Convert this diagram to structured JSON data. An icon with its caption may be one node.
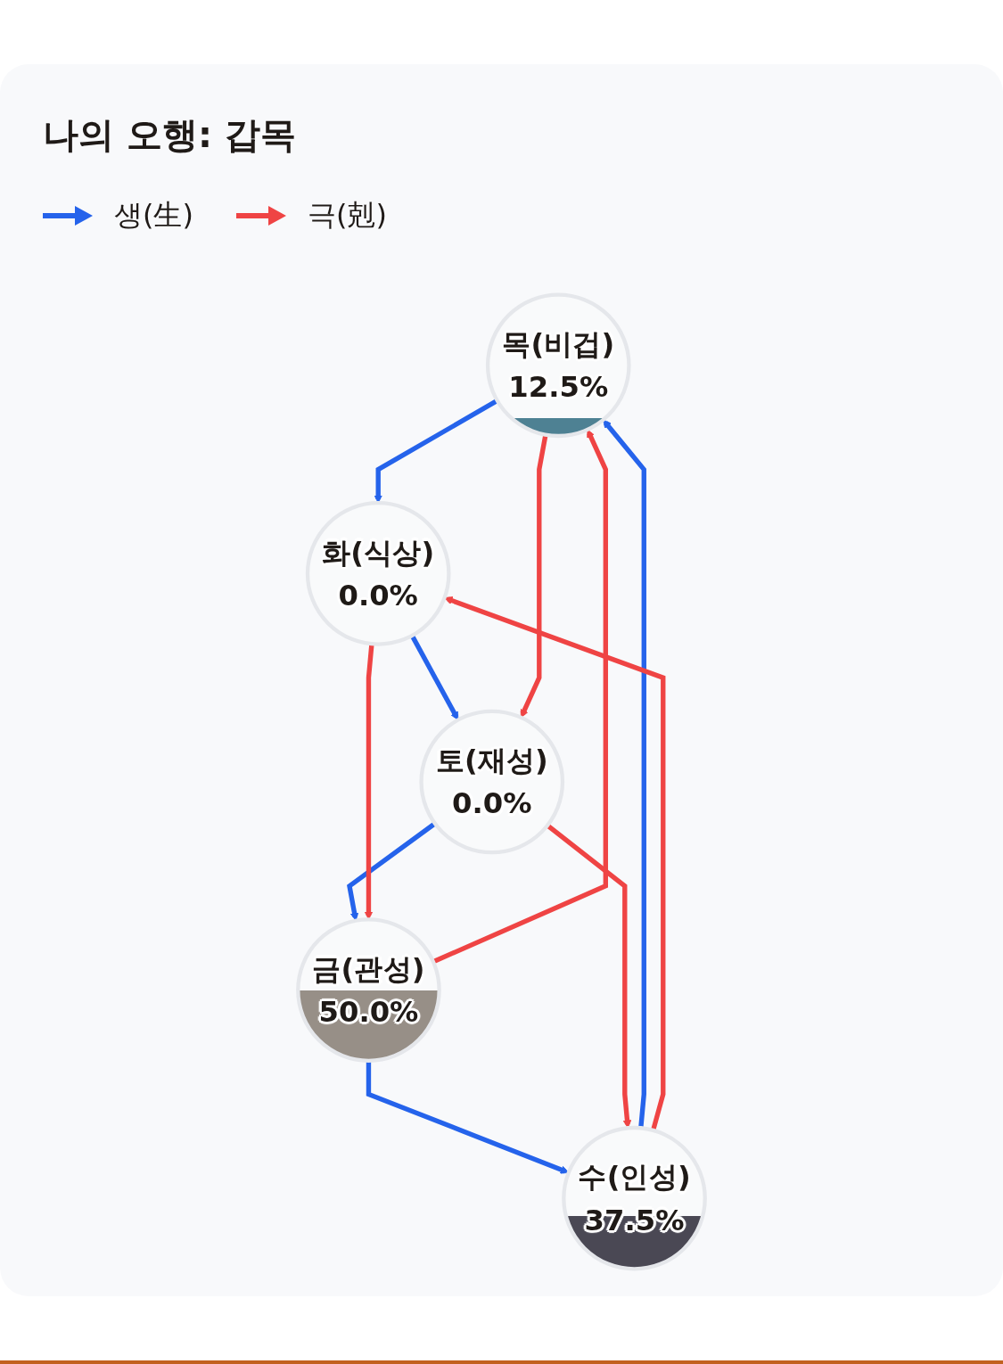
{
  "diagram": {
    "title": "나의 오행: 갑목",
    "nodes": [
      {
        "text": [
          "목(비겁)",
          "12.5%"
        ]
      },
      {
        "text": [
          "수(인성)",
          "37.5%"
        ]
      },
      {
        "text": [
          "화(식상)",
          "0.0%"
        ]
      },
      {
        "text": [
          "금(관성)",
          "50.0%"
        ]
      },
      {
        "text": [
          "토(재성)",
          "0.0%"
        ]
      }
    ],
    "edges": [
      {
        "from": 0,
        "to": 2,
        "arrow": "to",
        "color": "#2563eb"
      },
      {
        "from": 2,
        "to": 4,
        "arrow": "to",
        "color": "#2563eb"
      },
      {
        "from": 4,
        "to": 3,
        "arrow": "to",
        "color": "#2563eb"
      },
      {
        "from": 3,
        "to": 1,
        "arrow": "to",
        "color": "#2563eb"
      },
      {
        "from": 1,
        "to": 0,
        "arrow": "to",
        "color": "#2563eb"
      },
      {
        "from": 0,
        "to": 4,
        "arrow": "to",
        "color": "#ef4444"
      },
      {
        "from": 4,
        "to": 1,
        "arrow": "to",
        "color": "#ef4444"
      },
      {
        "from": 1,
        "to": 2,
        "arrow": "to",
        "color": "#ef4444"
      },
      {
        "from": 2,
        "to": 3,
        "arrow": "to",
        "color": "#ef4444"
      },
      {
        "from": 3,
        "to": 0,
        "arrow": "to",
        "color": "#ef4444"
      }
    ],
    "legend": [
      {
        "text": "생(生)"
      },
      {
        "text": "극(剋)"
      }
    ]
  }
}
